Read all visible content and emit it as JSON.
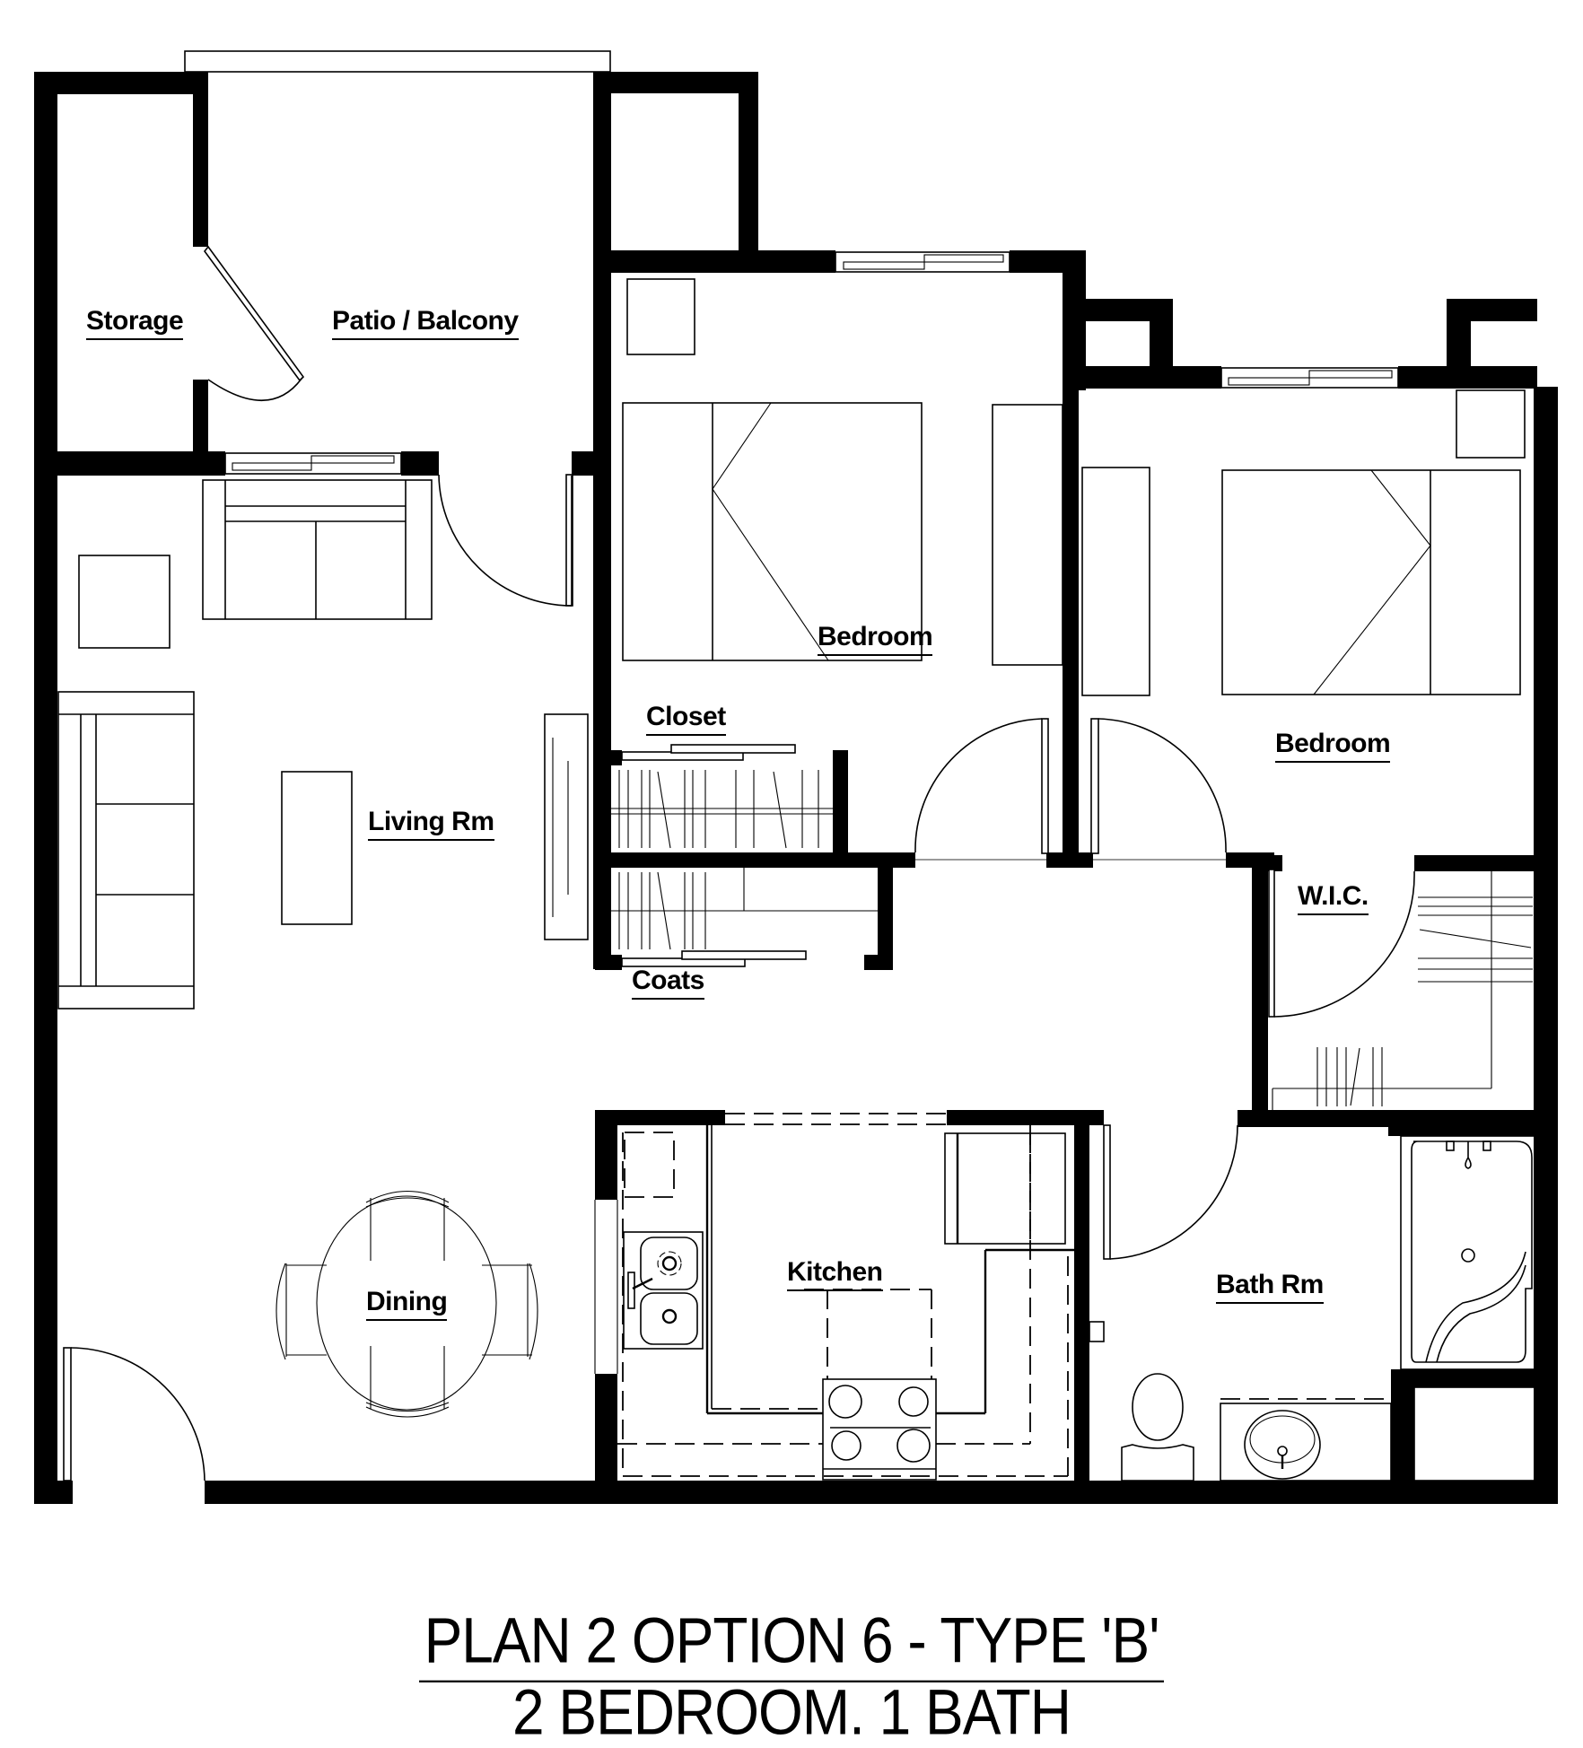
{
  "plan": {
    "title": "PLAN 2 OPTION 6 - TYPE 'B'",
    "subtitle": "2 BEDROOM. 1 BATH"
  },
  "rooms": {
    "storage": "Storage",
    "patio": "Patio / Balcony",
    "bedroom_1": "Bedroom",
    "closet": "Closet",
    "living": "Living Rm",
    "coats": "Coats",
    "bedroom_2": "Bedroom",
    "wic": "W.I.C.",
    "kitchen": "Kitchen",
    "dining": "Dining",
    "bath": "Bath Rm"
  },
  "colors": {
    "wall": "#000000",
    "background": "#ffffff",
    "threshold": "#9a9a9a"
  },
  "icons": [
    "door-swing-icon",
    "window-icon",
    "bed-icon",
    "sofa-icon",
    "dining-table-icon",
    "sink-icon",
    "stove-icon",
    "refrigerator-icon",
    "bathtub-icon",
    "toilet-icon",
    "vanity-sink-icon",
    "closet-rod-icon"
  ]
}
